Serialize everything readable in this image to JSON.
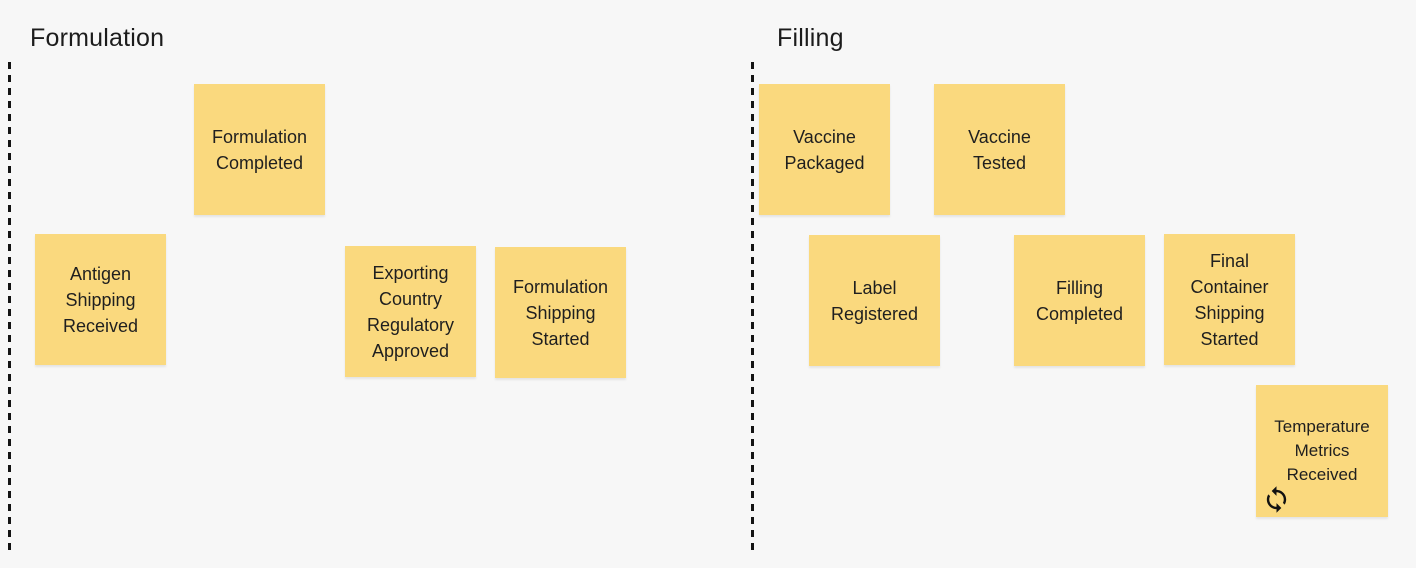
{
  "colors": {
    "background": "#f7f7f7",
    "note": "#fad97e",
    "text": "#1f1f1f",
    "divider": "#141414"
  },
  "sections": [
    {
      "title": "Formulation",
      "notes": [
        {
          "label": "Formulation\nCompleted"
        },
        {
          "label": "Antigen\nShipping\nReceived"
        },
        {
          "label": "Exporting\nCountry\nRegulatory\nApproved"
        },
        {
          "label": "Formulation\nShipping\nStarted"
        }
      ]
    },
    {
      "title": "Filling",
      "notes": [
        {
          "label": "Vaccine\nPackaged"
        },
        {
          "label": "Vaccine\nTested"
        },
        {
          "label": "Label\nRegistered"
        },
        {
          "label": "Filling\nCompleted"
        },
        {
          "label": "Final\nContainer\nShipping\nStarted"
        },
        {
          "label": "Temperature\nMetrics\nReceived",
          "icon": "sync-icon"
        }
      ]
    }
  ]
}
